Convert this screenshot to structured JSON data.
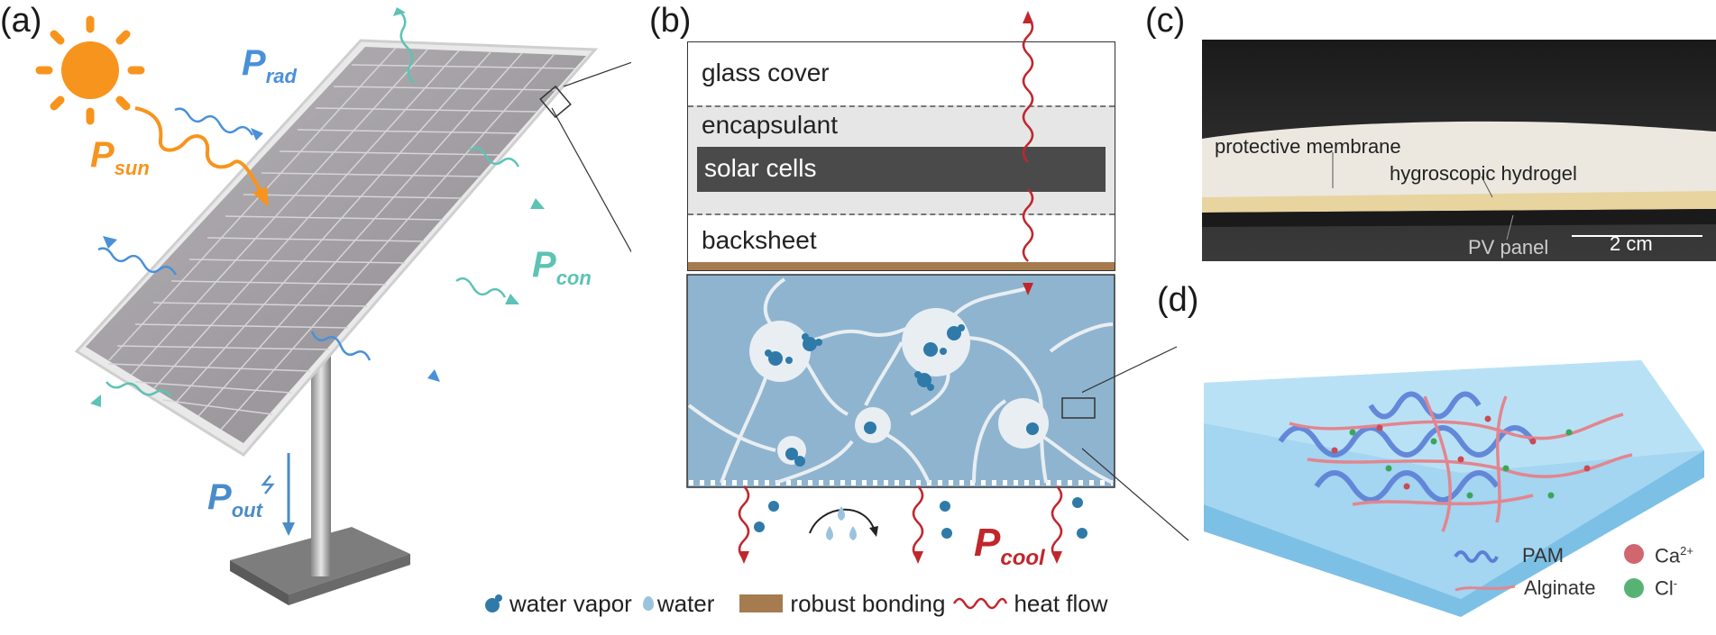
{
  "panels": {
    "a": "(a)",
    "b": "(b)",
    "c": "(c)",
    "d": "(d)"
  },
  "panel_a": {
    "p_sun": {
      "main": "P",
      "sub": "sun",
      "color": "#f7941d"
    },
    "p_rad": {
      "main": "P",
      "sub": "rad",
      "color": "#4a90d9"
    },
    "p_con": {
      "main": "P",
      "sub": "con",
      "color": "#5cc3b5"
    },
    "p_out": {
      "main": "P",
      "sub": "out",
      "color": "#4a8cc9"
    }
  },
  "panel_b": {
    "layers": {
      "glass": "glass cover",
      "encapsulant": "encapsulant",
      "cells": "solar cells",
      "backsheet": "backsheet"
    },
    "p_cool": {
      "main": "P",
      "sub": "cool",
      "color": "#c0272d"
    },
    "hydrogel_color": "#8fb4cf"
  },
  "panel_c": {
    "protective_membrane": "protective membrane",
    "hygroscopic_hydrogel": "hygroscopic hydrogel",
    "pv_panel": "PV panel",
    "scale": "2 cm"
  },
  "panel_d": {
    "legend": {
      "pam": "PAM",
      "alginate": "Alginate",
      "ca": "Ca",
      "ca_sup": "2+",
      "cl": "Cl",
      "cl_sup": "-"
    }
  },
  "legend": {
    "water_vapor": "water vapor",
    "water": "water",
    "robust_bonding": "robust bonding",
    "heat_flow": "heat flow"
  },
  "colors": {
    "heat": "#c0272d",
    "bonding": "#a57b4f",
    "cells": "#4a4a4a",
    "water": "#3a86b8"
  }
}
